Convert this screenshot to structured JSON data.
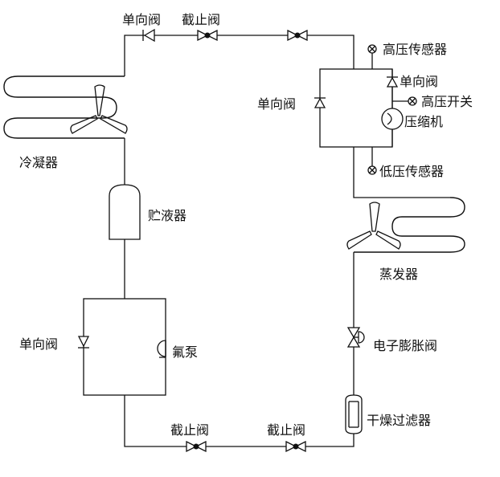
{
  "labels": {
    "check_valve_top": "单向阀",
    "stop_valve_top": "截止阀",
    "high_pressure_sensor": "高压传感器",
    "check_valve_compressor_left": "单向阀",
    "check_valve_compressor_right": "单向阀",
    "high_pressure_switch": "高压开关",
    "compressor": "压缩机",
    "condenser": "冷凝器",
    "low_pressure_sensor": "低压传感器",
    "receiver": "贮液器",
    "evaporator": "蒸发器",
    "check_valve_pump": "单向阀",
    "fluorine_pump": "氟泵",
    "electronic_expansion_valve": "电子膨胀阀",
    "filter_drier": "干燥过滤器",
    "stop_valve_bottom_left": "截止阀",
    "stop_valve_bottom_right": "截止阀"
  }
}
